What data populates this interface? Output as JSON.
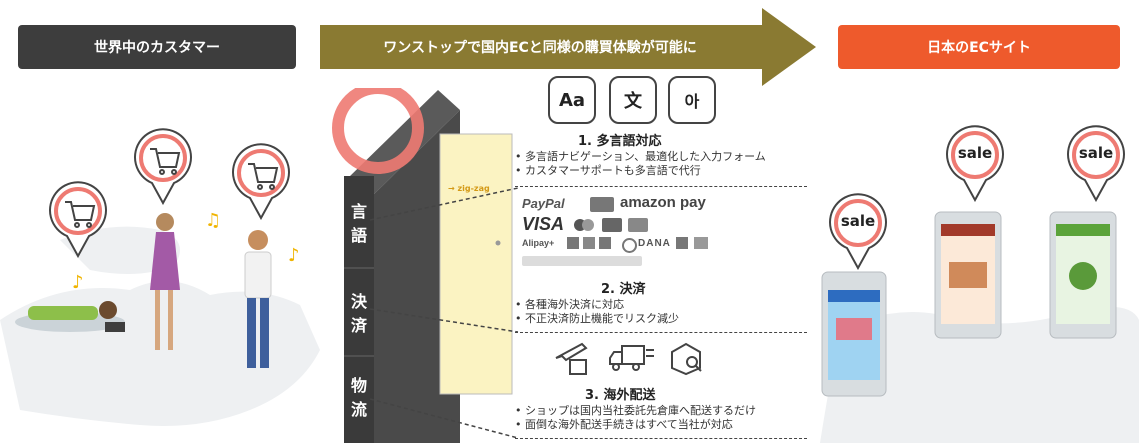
{
  "headers": {
    "left": "世界中のカスタマー",
    "middle": "ワンストップで国内ECと同様の購買体験が可能に",
    "right": "日本のECサイト"
  },
  "colors": {
    "left": "#3d3d3d",
    "middle": "#8a7a32",
    "right": "#ee5a2c",
    "ring": "#ee7a72",
    "wall": "#3a3a3a"
  },
  "door_logo": "→ zig-zag",
  "language_bubbles": [
    "Aa",
    "文",
    "아"
  ],
  "wall_labels": {
    "lang": "言語",
    "pay": "決済",
    "logi": "物流"
  },
  "features": [
    {
      "title": "1. 多言語対応",
      "bullets": [
        "多言語ナビゲーション、最適化した入力フォーム",
        "カスタマーサポートも多言語で代行"
      ]
    },
    {
      "title": "2. 決済",
      "bullets": [
        "各種海外決済に対応",
        "不正決済防止機能でリスク減少"
      ]
    },
    {
      "title": "3. 海外配送",
      "bullets": [
        "ショップは国内当社委託先倉庫へ配送するだけ",
        "面倒な海外配送手続きはすべて当社が対応"
      ]
    }
  ],
  "payments": {
    "paypal": "PayPal",
    "amazon": "amazon pay",
    "visa": "VISA",
    "alipay": "Alipay+",
    "dana": "DANA"
  },
  "sale_label": "sale",
  "icons": [
    "cart-icon",
    "plane-box-icon",
    "truck-icon",
    "box-search-icon",
    "music-note-icon"
  ]
}
